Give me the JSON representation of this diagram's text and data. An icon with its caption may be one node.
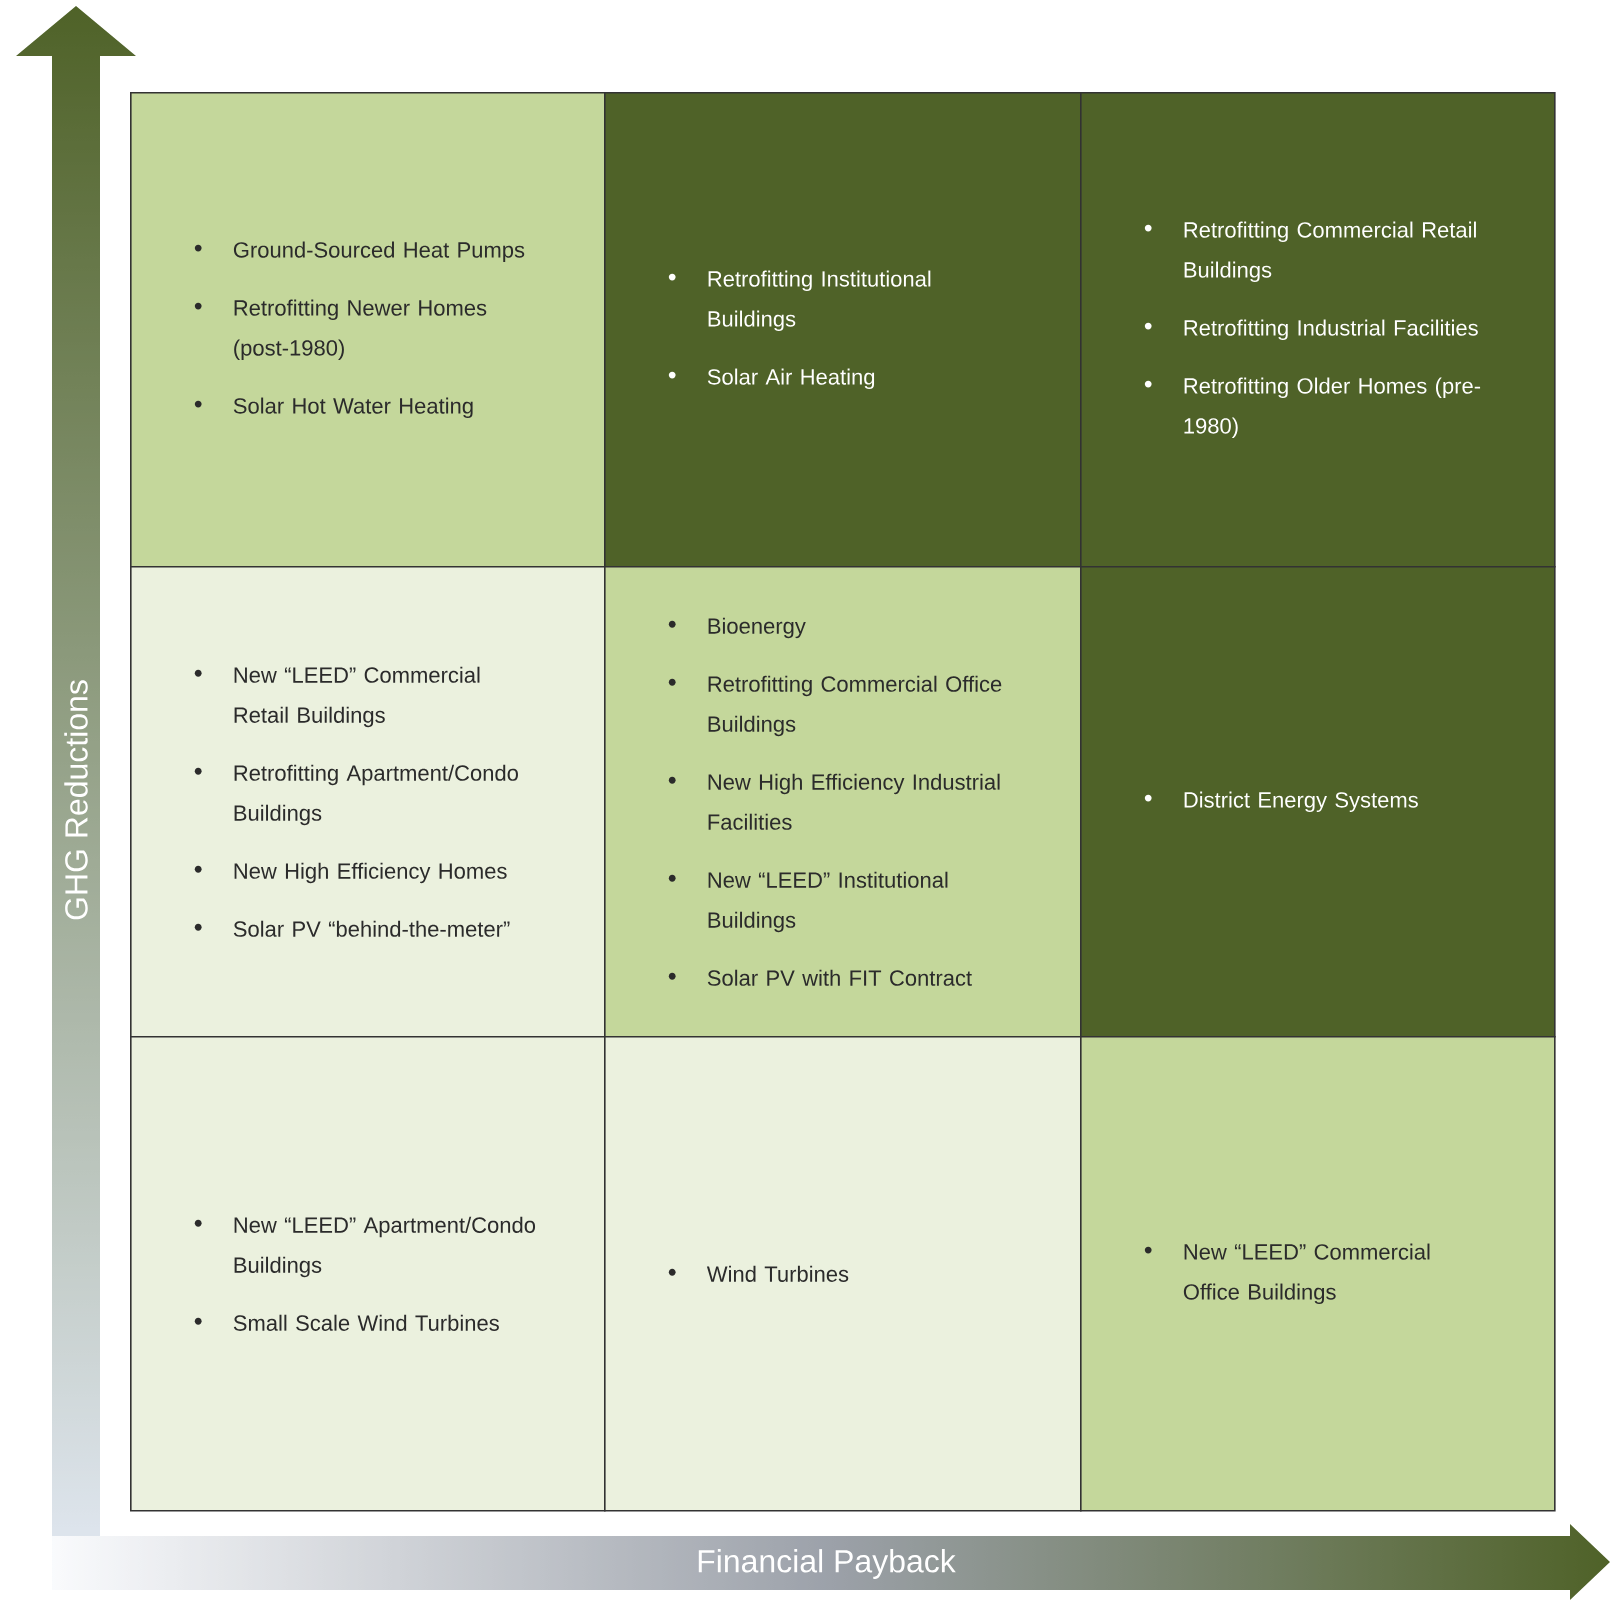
{
  "diagram": {
    "nodes": [
      {
        "text": [
          "Ground-Sourced Heat Pumps",
          "Retrofitting Newer Homes (post-1980)",
          "Solar Hot Water Heating"
        ]
      },
      {
        "text": [
          "Retrofitting Institutional Buildings",
          "Solar Air Heating"
        ]
      },
      {
        "text": [
          "Retrofitting Commercial Retail Buildings",
          "Retrofitting Industrial Facilities",
          "Retrofitting Older Homes (pre-1980)"
        ]
      },
      {
        "text": [
          "New “LEED” Commercial Retail  Buildings",
          "Retrofitting Apartment/Condo Buildings",
          "New High Efficiency Homes",
          "Solar PV “behind-the-meter”"
        ]
      },
      {
        "text": [
          "Bioenergy",
          "Retrofitting Commercial Office Buildings",
          "New High Efficiency Industrial Facilities",
          "New “LEED” Institutional Buildings",
          "Solar PV with FIT Contract"
        ]
      },
      {
        "text": [
          "District Energy Systems"
        ]
      },
      {
        "text": [
          "New “LEED” Apartment/Condo Buildings",
          "Small Scale Wind Turbines"
        ]
      },
      {
        "text": [
          "Wind Turbines"
        ]
      },
      {
        "text": [
          "New “LEED” Commercial Office Buildings"
        ]
      }
    ],
    "labels": [
      "GHG Reductions",
      "Financial Payback"
    ]
  }
}
